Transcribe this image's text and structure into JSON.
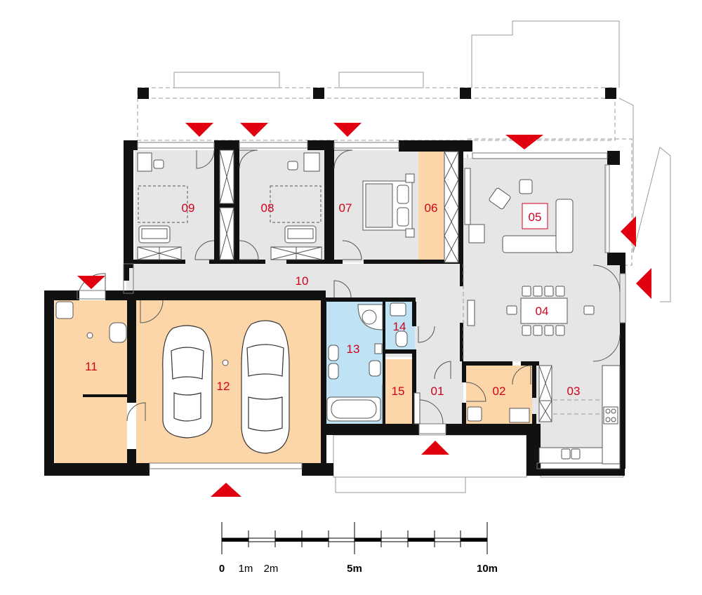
{
  "colors": {
    "wall": "#111111",
    "floor_grey": "#e6e6e6",
    "floor_orange": "#fcd6a8",
    "floor_blue": "#bfe3f5",
    "label_red": "#d0021b",
    "marker_red": "#e00010",
    "outline": "#9a9a9a"
  },
  "rooms": [
    {
      "id": "01",
      "label": "01",
      "floor": "grey"
    },
    {
      "id": "02",
      "label": "02",
      "floor": "orange"
    },
    {
      "id": "03",
      "label": "03",
      "floor": "grey"
    },
    {
      "id": "04",
      "label": "04",
      "floor": "grey"
    },
    {
      "id": "05",
      "label": "05",
      "floor": "grey"
    },
    {
      "id": "06",
      "label": "06",
      "floor": "orange"
    },
    {
      "id": "07",
      "label": "07",
      "floor": "grey"
    },
    {
      "id": "08",
      "label": "08",
      "floor": "grey"
    },
    {
      "id": "09",
      "label": "09",
      "floor": "grey"
    },
    {
      "id": "10",
      "label": "10",
      "floor": "grey"
    },
    {
      "id": "11",
      "label": "11",
      "floor": "orange"
    },
    {
      "id": "12",
      "label": "12",
      "floor": "orange"
    },
    {
      "id": "13",
      "label": "13",
      "floor": "blue"
    },
    {
      "id": "14",
      "label": "14",
      "floor": "blue"
    },
    {
      "id": "15",
      "label": "15",
      "floor": "orange"
    }
  ],
  "scale_bar": {
    "labels": [
      "0",
      "1m",
      "2m",
      "5m",
      "10m"
    ]
  },
  "icons": [
    "entrance-marker-icon",
    "car-icon",
    "bed-icon",
    "sofa-icon",
    "toilet-icon",
    "bathtub-icon",
    "sink-icon",
    "table-icon",
    "desk-icon"
  ]
}
